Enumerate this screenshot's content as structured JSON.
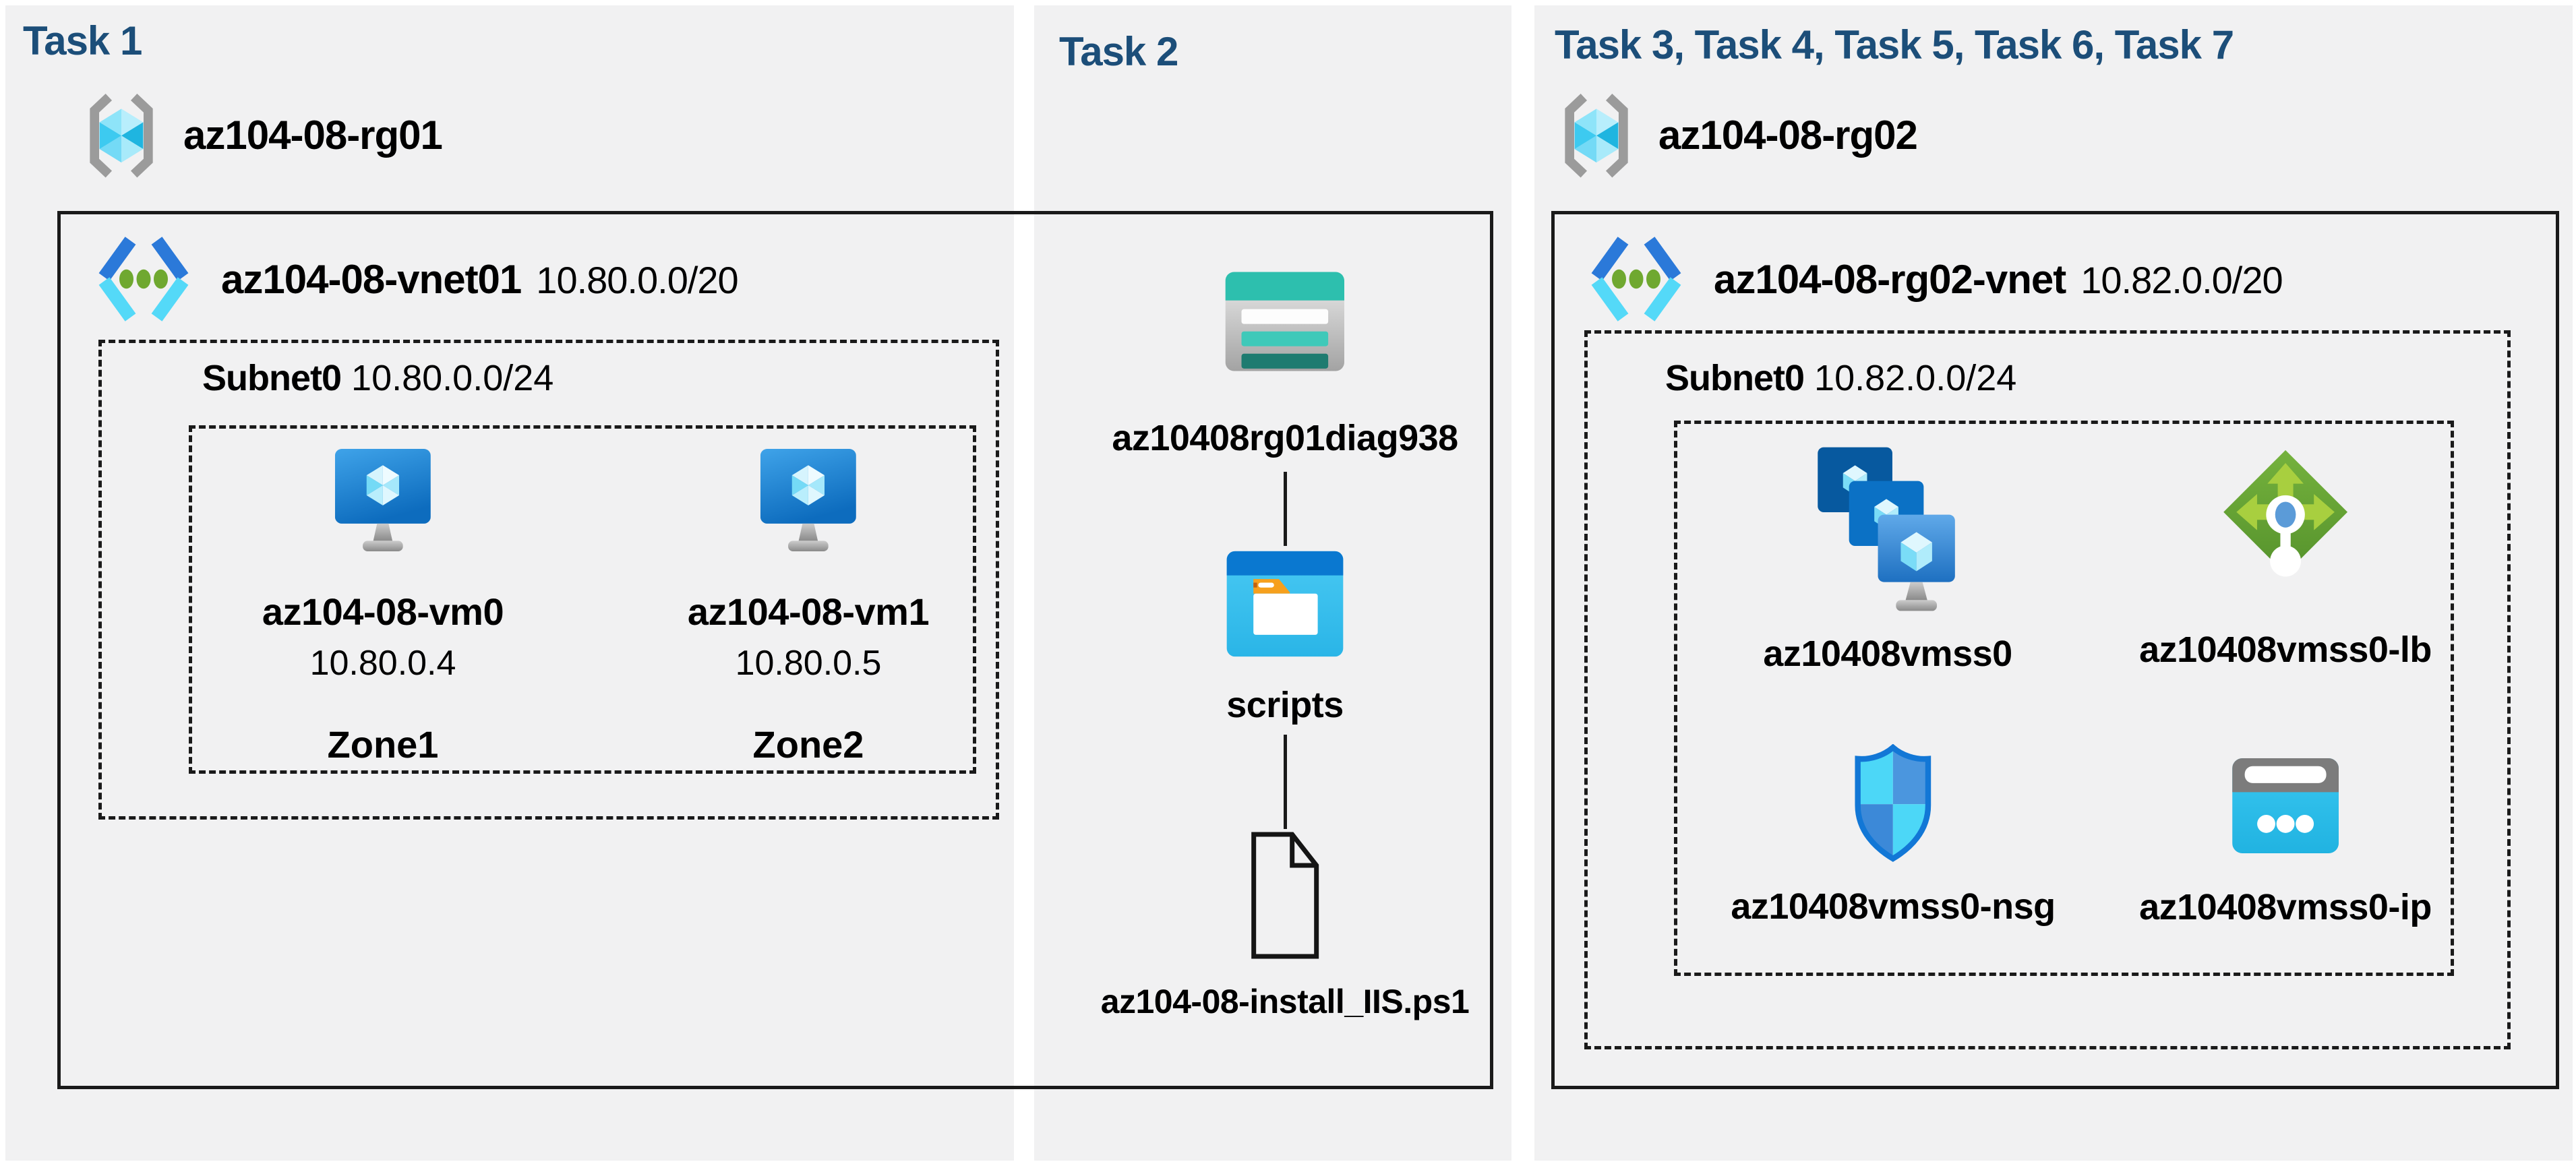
{
  "colors": {
    "page_bg": "#ffffff",
    "panel_bg": "#f1f1f2",
    "header_text": "#1c4e79",
    "line": "#1a1a1a"
  },
  "panels": {
    "task1": {
      "header": "Task 1",
      "resource_group": "az104-08-rg01",
      "vnet": {
        "name": "az104-08-vnet01",
        "cidr": "10.80.0.0/20"
      },
      "subnet": {
        "name": "Subnet0",
        "cidr": "10.80.0.0/24"
      },
      "vms": [
        {
          "name": "az104-08-vm0",
          "ip": "10.80.0.4",
          "zone": "Zone1",
          "icon": "virtual-machine-icon"
        },
        {
          "name": "az104-08-vm1",
          "ip": "10.80.0.5",
          "zone": "Zone2",
          "icon": "virtual-machine-icon"
        }
      ]
    },
    "task2": {
      "header": "Task 2",
      "storage_account": {
        "name": "az10408rg01diag938",
        "icon": "storage-account-icon"
      },
      "container": {
        "name": "scripts",
        "icon": "blob-container-icon"
      },
      "script_file": {
        "name": "az104-08-install_IIS.ps1",
        "icon": "file-icon"
      }
    },
    "task3": {
      "header": "Task 3, Task 4, Task 5, Task 6, Task 7",
      "resource_group": "az104-08-rg02",
      "vnet": {
        "name": "az104-08-rg02-vnet",
        "cidr": "10.82.0.0/20"
      },
      "subnet": {
        "name": "Subnet0",
        "cidr": "10.82.0.0/24"
      },
      "resources": [
        {
          "name": "az10408vmss0",
          "type": "vm-scale-set",
          "icon": "vmss-icon"
        },
        {
          "name": "az10408vmss0-lb",
          "type": "load-balancer",
          "icon": "load-balancer-icon"
        },
        {
          "name": "az10408vmss0-nsg",
          "type": "network-security-group",
          "icon": "nsg-icon"
        },
        {
          "name": "az10408vmss0-ip",
          "type": "public-ip",
          "icon": "public-ip-icon"
        }
      ]
    }
  }
}
